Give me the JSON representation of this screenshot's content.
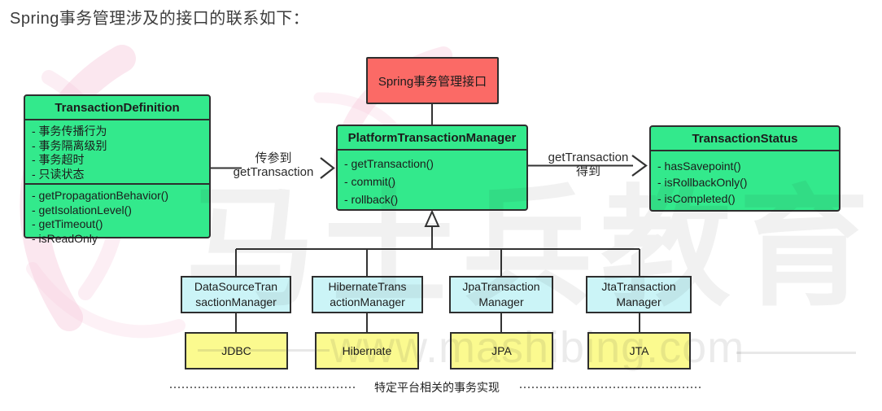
{
  "page": {
    "title": "Spring事务管理涉及的接口的联系如下："
  },
  "colors": {
    "interface_red": "#FB6A66",
    "class_green": "#33E98C",
    "manager_blue": "#CBF4F7",
    "platform_yellow": "#FBFA8F",
    "line": "#333333"
  },
  "diagram": {
    "root": {
      "label": "Spring事务管理接口"
    },
    "platform_manager": {
      "title": "PlatformTransactionManager",
      "methods": [
        "- getTransaction()",
        "- commit()",
        "- rollback()"
      ]
    },
    "definition": {
      "title": "TransactionDefinition",
      "attributes": [
        "- 事务传播行为",
        "- 事务隔离级别",
        "- 事务超时",
        "- 只读状态"
      ],
      "methods": [
        "- getPropagationBehavior()",
        "- getIsolationLevel()",
        "- getTimeout()",
        "- isReadOnly"
      ]
    },
    "status": {
      "title": "TransactionStatus",
      "methods": [
        "- hasSavepoint()",
        "- isRollbackOnly()",
        "- isCompleted()"
      ]
    },
    "arrow_left": {
      "line1": "传参到",
      "line2": "getTransaction"
    },
    "arrow_right": {
      "line1": "getTransaction",
      "line2": "得到"
    },
    "implementations": [
      {
        "manager_line1": "DataSourceTran",
        "manager_line2": "sactionManager",
        "platform": "JDBC"
      },
      {
        "manager_line1": "HibernateTrans",
        "manager_line2": "actionManager",
        "platform": "Hibernate"
      },
      {
        "manager_line1": "JpaTransaction",
        "manager_line2": "Manager",
        "platform": "JPA"
      },
      {
        "manager_line1": "JtaTransaction",
        "manager_line2": "Manager",
        "platform": "JTA"
      }
    ],
    "footer_label": "特定平台相关的事务实现"
  },
  "watermark": {
    "brand": "马士兵教育",
    "url": "www.mashibing.com"
  }
}
